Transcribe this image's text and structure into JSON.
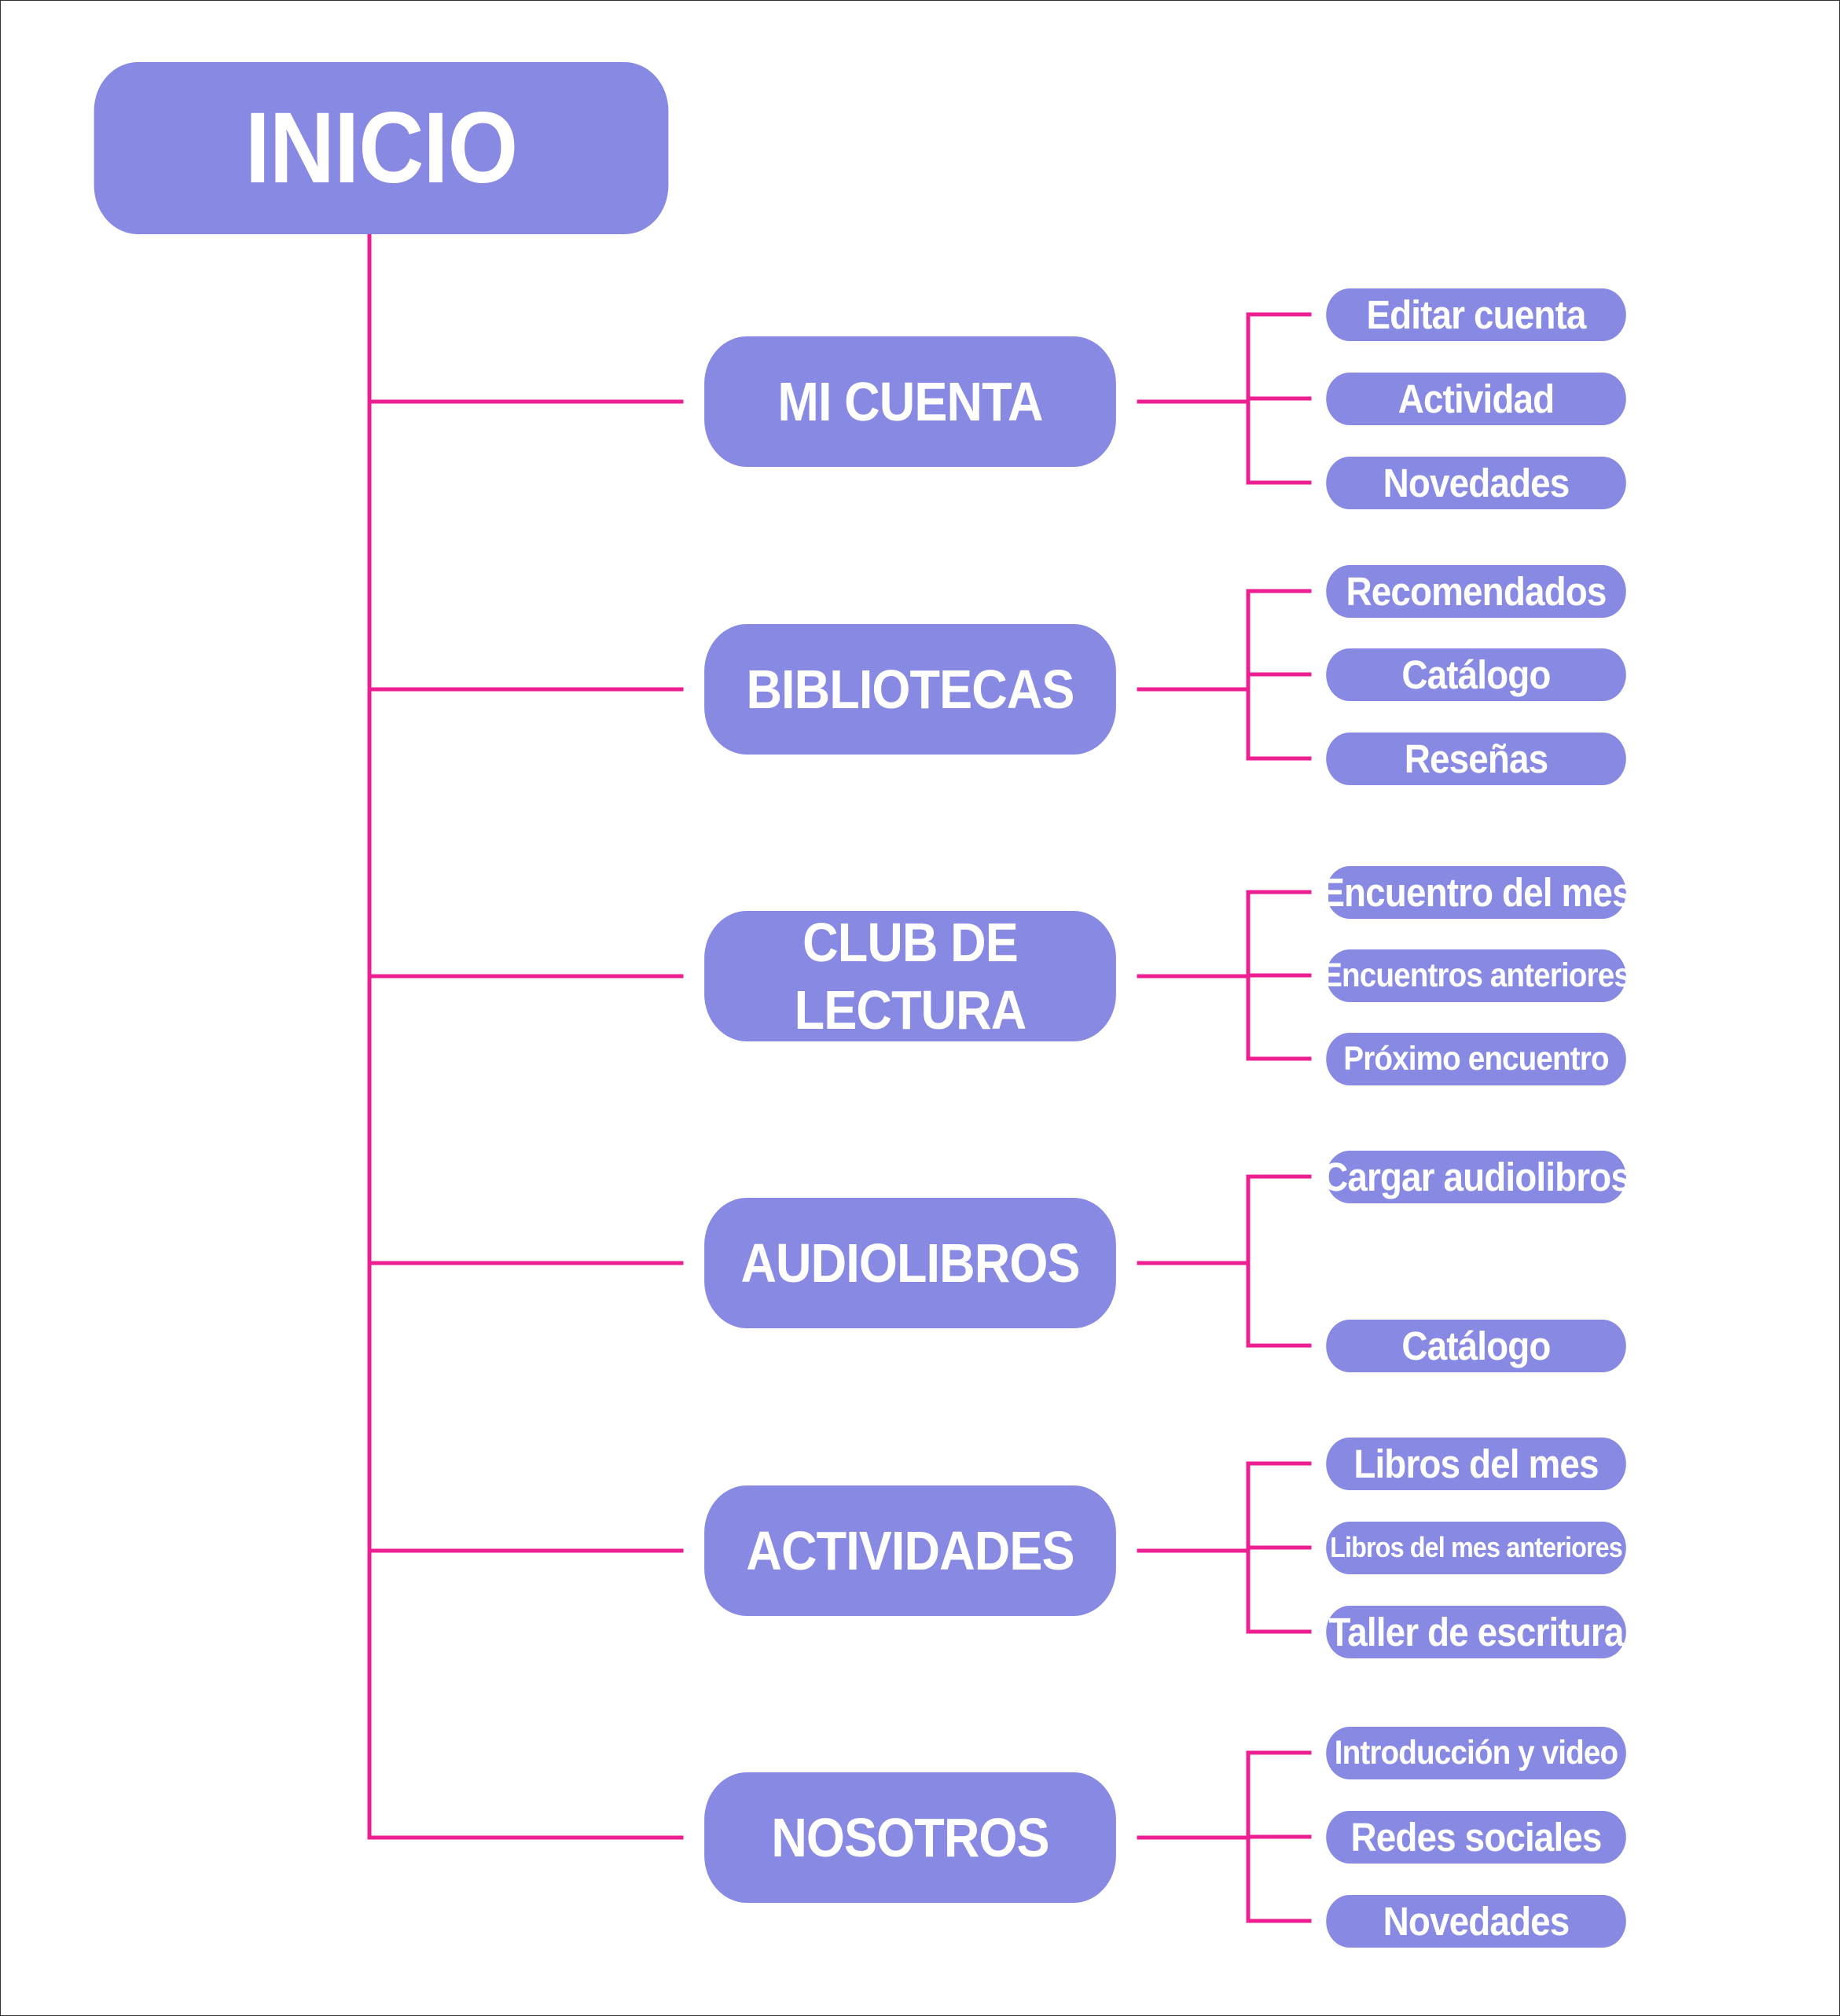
{
  "colors": {
    "node_fill": "#8789E2",
    "node_text": "#FFFFFF",
    "connector": "#EC1E91",
    "background": "#FFFFFF"
  },
  "root": {
    "label": "INICIO"
  },
  "sections": [
    {
      "label": "MI CUENTA",
      "items": [
        {
          "label": "Editar cuenta"
        },
        {
          "label": "Actividad"
        },
        {
          "label": "Novedades"
        }
      ]
    },
    {
      "label": "BIBLIOTECAS",
      "items": [
        {
          "label": "Recomendados"
        },
        {
          "label": "Catálogo"
        },
        {
          "label": "Reseñas"
        }
      ]
    },
    {
      "label": "CLUB DE LECTURA",
      "items": [
        {
          "label": "Encuentro del mes"
        },
        {
          "label": "Encuentros anteriores"
        },
        {
          "label": "Próximo encuentro"
        }
      ]
    },
    {
      "label": "AUDIOLIBROS",
      "items": [
        {
          "label": "Cargar audiolibros"
        },
        {
          "label": "Catálogo"
        }
      ]
    },
    {
      "label": "ACTIVIDADES",
      "items": [
        {
          "label": "Libros del mes"
        },
        {
          "label": "Libros del mes anteriores"
        },
        {
          "label": "Taller de escritura"
        }
      ]
    },
    {
      "label": "NOSOTROS",
      "items": [
        {
          "label": "Introducción y video"
        },
        {
          "label": "Redes sociales"
        },
        {
          "label": "Novedades"
        }
      ]
    }
  ]
}
